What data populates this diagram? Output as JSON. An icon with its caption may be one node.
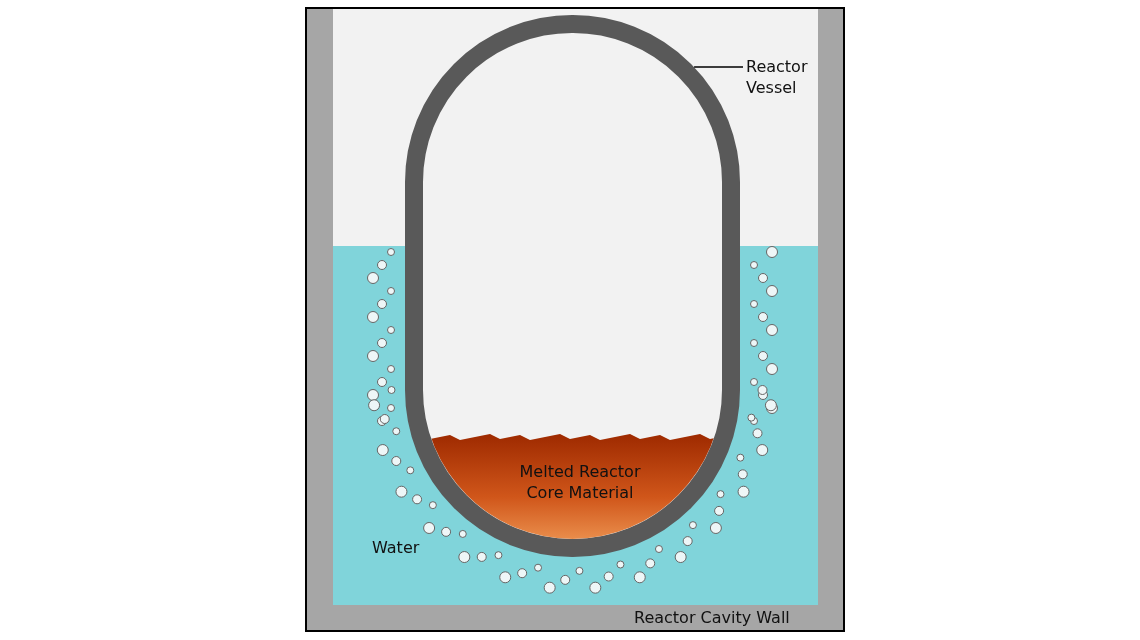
{
  "diagram": {
    "nodes": [
      {
        "text": [
          "Reactor Vessel"
        ]
      },
      {
        "text": [],
        "shape": "picture"
      }
    ],
    "edges": [
      {
        "from": 0,
        "to": 1,
        "arrow": "none"
      }
    ],
    "labels": [
      "Melted Reactor Core Material",
      "Water",
      "Reactor Cavity Wall"
    ]
  }
}
